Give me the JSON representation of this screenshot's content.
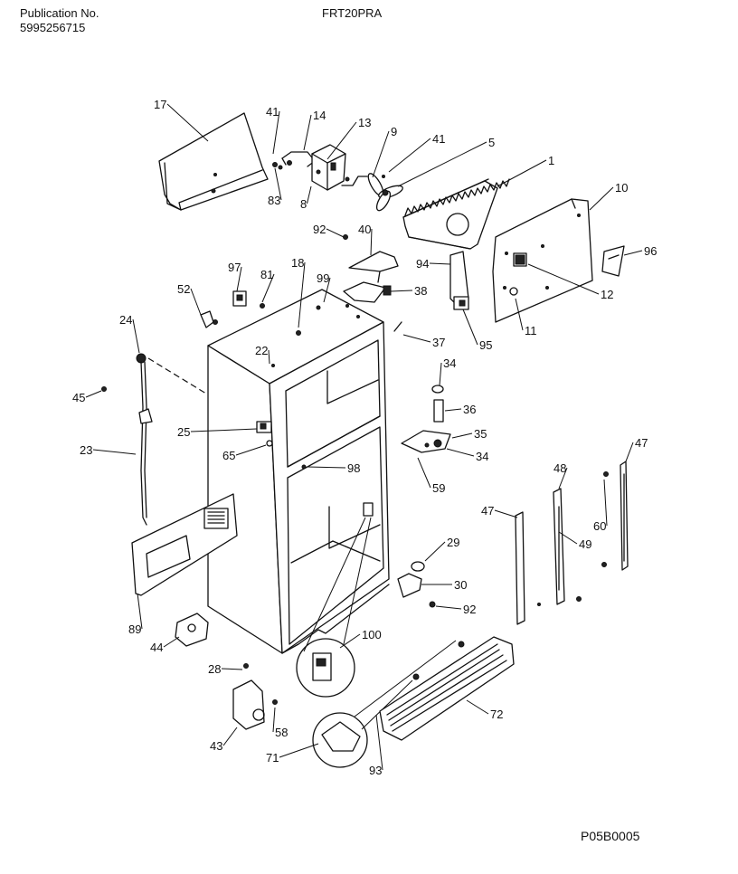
{
  "header": {
    "publication_label": "Publication No.",
    "publication_number": "5995256715",
    "model": "FRT20PRA"
  },
  "footer": {
    "diagram_code": "P05B0005"
  },
  "callouts": [
    "1",
    "5",
    "8",
    "9",
    "10",
    "11",
    "12",
    "13",
    "14",
    "17",
    "18",
    "22",
    "23",
    "24",
    "25",
    "28",
    "29",
    "30",
    "34",
    "34",
    "35",
    "36",
    "37",
    "38",
    "40",
    "41",
    "41",
    "43",
    "44",
    "45",
    "47",
    "47",
    "48",
    "49",
    "52",
    "58",
    "59",
    "60",
    "65",
    "71",
    "72",
    "81",
    "83",
    "89",
    "92",
    "92",
    "93",
    "94",
    "95",
    "96",
    "97",
    "98",
    "99",
    "100"
  ]
}
